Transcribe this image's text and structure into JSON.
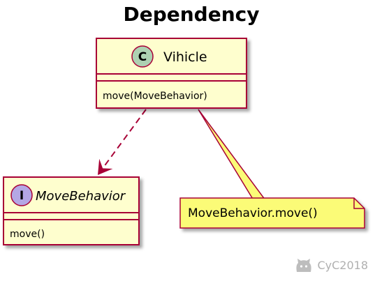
{
  "diagram": {
    "title": "Dependency",
    "classes": [
      {
        "name": "Vihicle",
        "stereotype_letter": "C",
        "members": [
          "move(MoveBehavior)"
        ]
      },
      {
        "name": "MoveBehavior",
        "stereotype_letter": "I",
        "members": [
          "move()"
        ]
      }
    ],
    "note": "MoveBehavior.move()",
    "relation": "dependency",
    "colors": {
      "box_fill": "#FEFECE",
      "box_border": "#A80036",
      "class_badge": "#ADD1B2",
      "interface_badge": "#B4A7E5",
      "note_fill": "#FBFB77",
      "note_border": "#A80036"
    }
  },
  "watermark": {
    "text": "CyC2018",
    "icon": "github-icon"
  }
}
